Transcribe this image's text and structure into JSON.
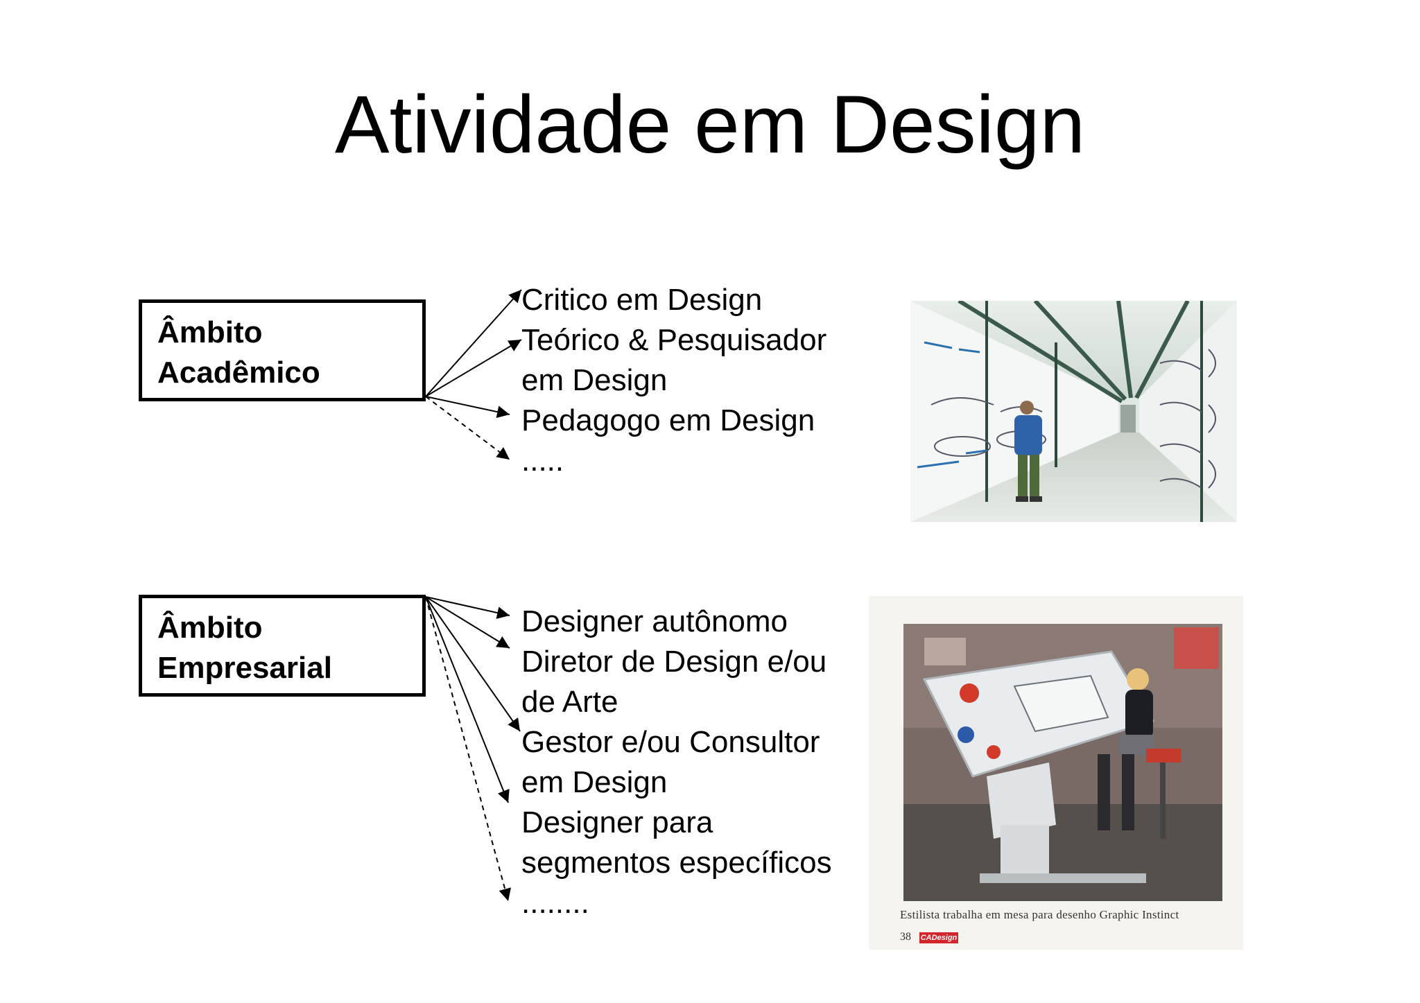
{
  "title": "Atividade em Design",
  "academic": {
    "box_lines": [
      "Âmbito",
      "Acadêmico"
    ],
    "items": [
      "Critico em Design",
      "Teórico & Pesquisador",
      "em Design",
      "Pedagogo em Design",
      "....."
    ]
  },
  "business": {
    "box_lines": [
      "Âmbito",
      "Empresarial"
    ],
    "items": [
      "Designer autônomo",
      "Diretor de Design e/ou",
      "de Arte",
      "Gestor e/ou Consultor",
      "em Design",
      "Designer para",
      "segmentos específicos",
      "........"
    ]
  },
  "images": {
    "corridor": "Design studio corridor with wall-mounted car sketches and a person",
    "desk": "Woman drawing at a tilted Graphic Instinct design desk"
  },
  "caption": "Estilista trabalha em mesa para desenho Graphic Instinct",
  "page_number": "38",
  "brand_logo": "CADesign"
}
